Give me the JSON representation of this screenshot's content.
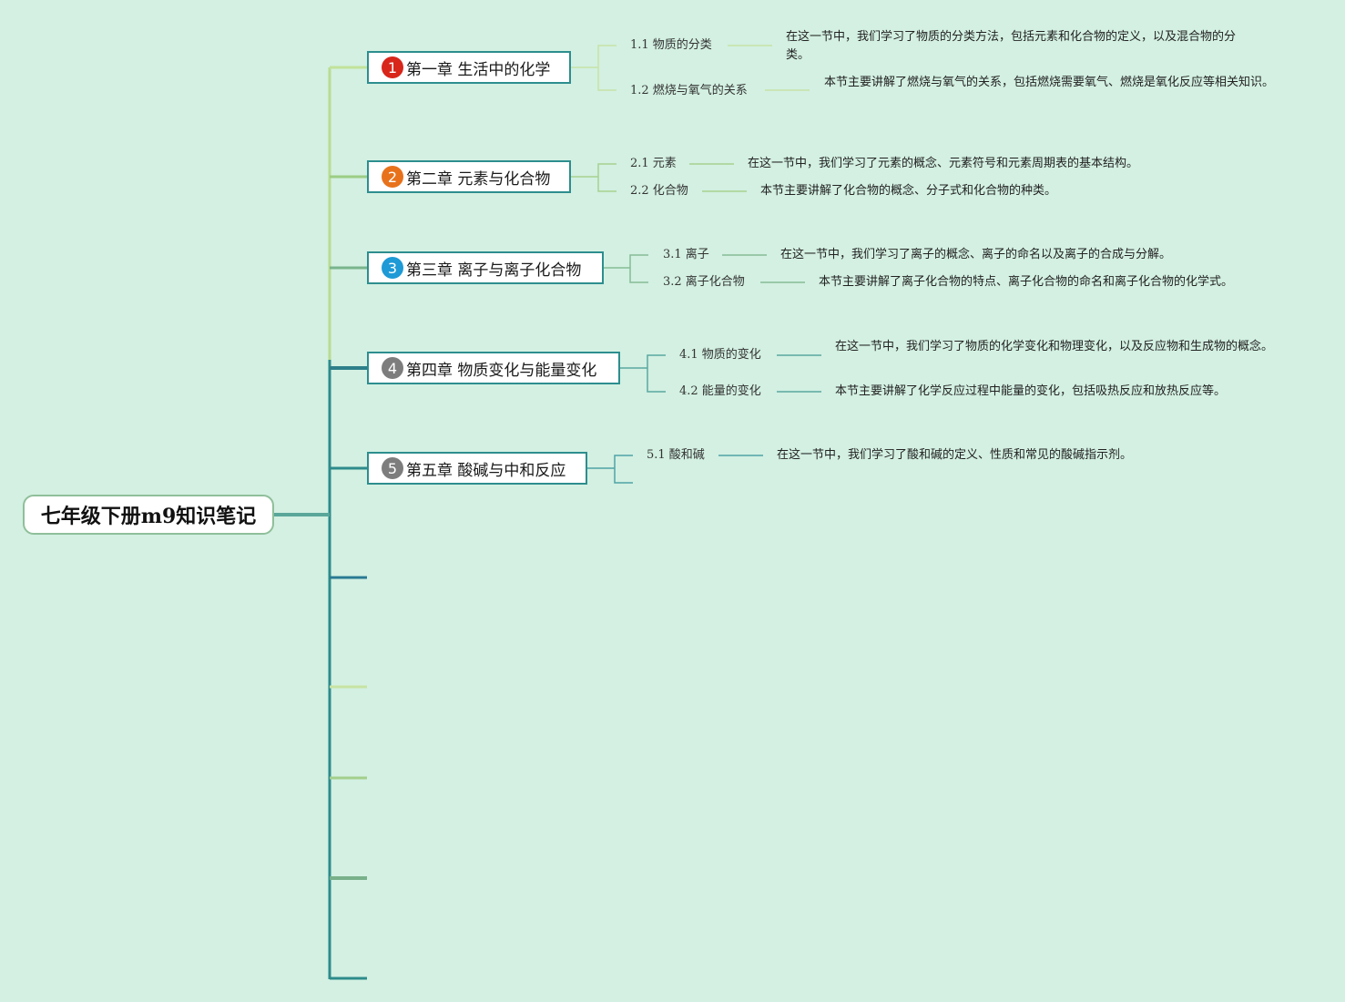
{
  "root": {
    "title": "七年级下册m9知识笔记"
  },
  "chapters": [
    {
      "number": "1",
      "badge_color": "#d8261b",
      "title": "第一章 生活中的化学",
      "sections": [
        {
          "label": "1.1 物质的分类",
          "desc": "在这一节中，我们学习了物质的分类方法，包括元素和化合物的定义，以及混合物的分类。"
        },
        {
          "label": "1.2 燃烧与氧气的关系",
          "desc": "本节主要讲解了燃烧与氧气的关系，包括燃烧需要氧气、燃烧是氧化反应等相关知识。"
        }
      ]
    },
    {
      "number": "2",
      "badge_color": "#e8721c",
      "title": "第二章 元素与化合物",
      "sections": [
        {
          "label": "2.1 元素",
          "desc": "在这一节中，我们学习了元素的概念、元素符号和元素周期表的基本结构。"
        },
        {
          "label": "2.2 化合物",
          "desc": "本节主要讲解了化合物的概念、分子式和化合物的种类。"
        }
      ]
    },
    {
      "number": "3",
      "badge_color": "#1e9ad6",
      "title": "第三章 离子与离子化合物",
      "sections": [
        {
          "label": "3.1 离子",
          "desc": "在这一节中，我们学习了离子的概念、离子的命名以及离子的合成与分解。"
        },
        {
          "label": "3.2 离子化合物",
          "desc": "本节主要讲解了离子化合物的特点、离子化合物的命名和离子化合物的化学式。"
        }
      ]
    },
    {
      "number": "4",
      "badge_color": "#7d7d7d",
      "title": "第四章 物质变化与能量变化",
      "sections": [
        {
          "label": "4.1 物质的变化",
          "desc": "在这一节中，我们学习了物质的化学变化和物理变化，以及反应物和生成物的概念。"
        },
        {
          "label": "4.2 能量的变化",
          "desc": "本节主要讲解了化学反应过程中能量的变化，包括吸热反应和放热反应等。"
        }
      ]
    },
    {
      "number": "5",
      "badge_color": "#7d7d7d",
      "title": "第五章 酸碱与中和反应",
      "sections": [
        {
          "label": "5.1 酸和碱",
          "desc": "在这一节中，我们学习了酸和碱的定义、性质和常见的酸碱指示剂。"
        }
      ]
    }
  ],
  "colors": {
    "background": "#d3f0e2",
    "chapter_border": "#2d8e8e",
    "root_border": "#8fbf9a"
  }
}
